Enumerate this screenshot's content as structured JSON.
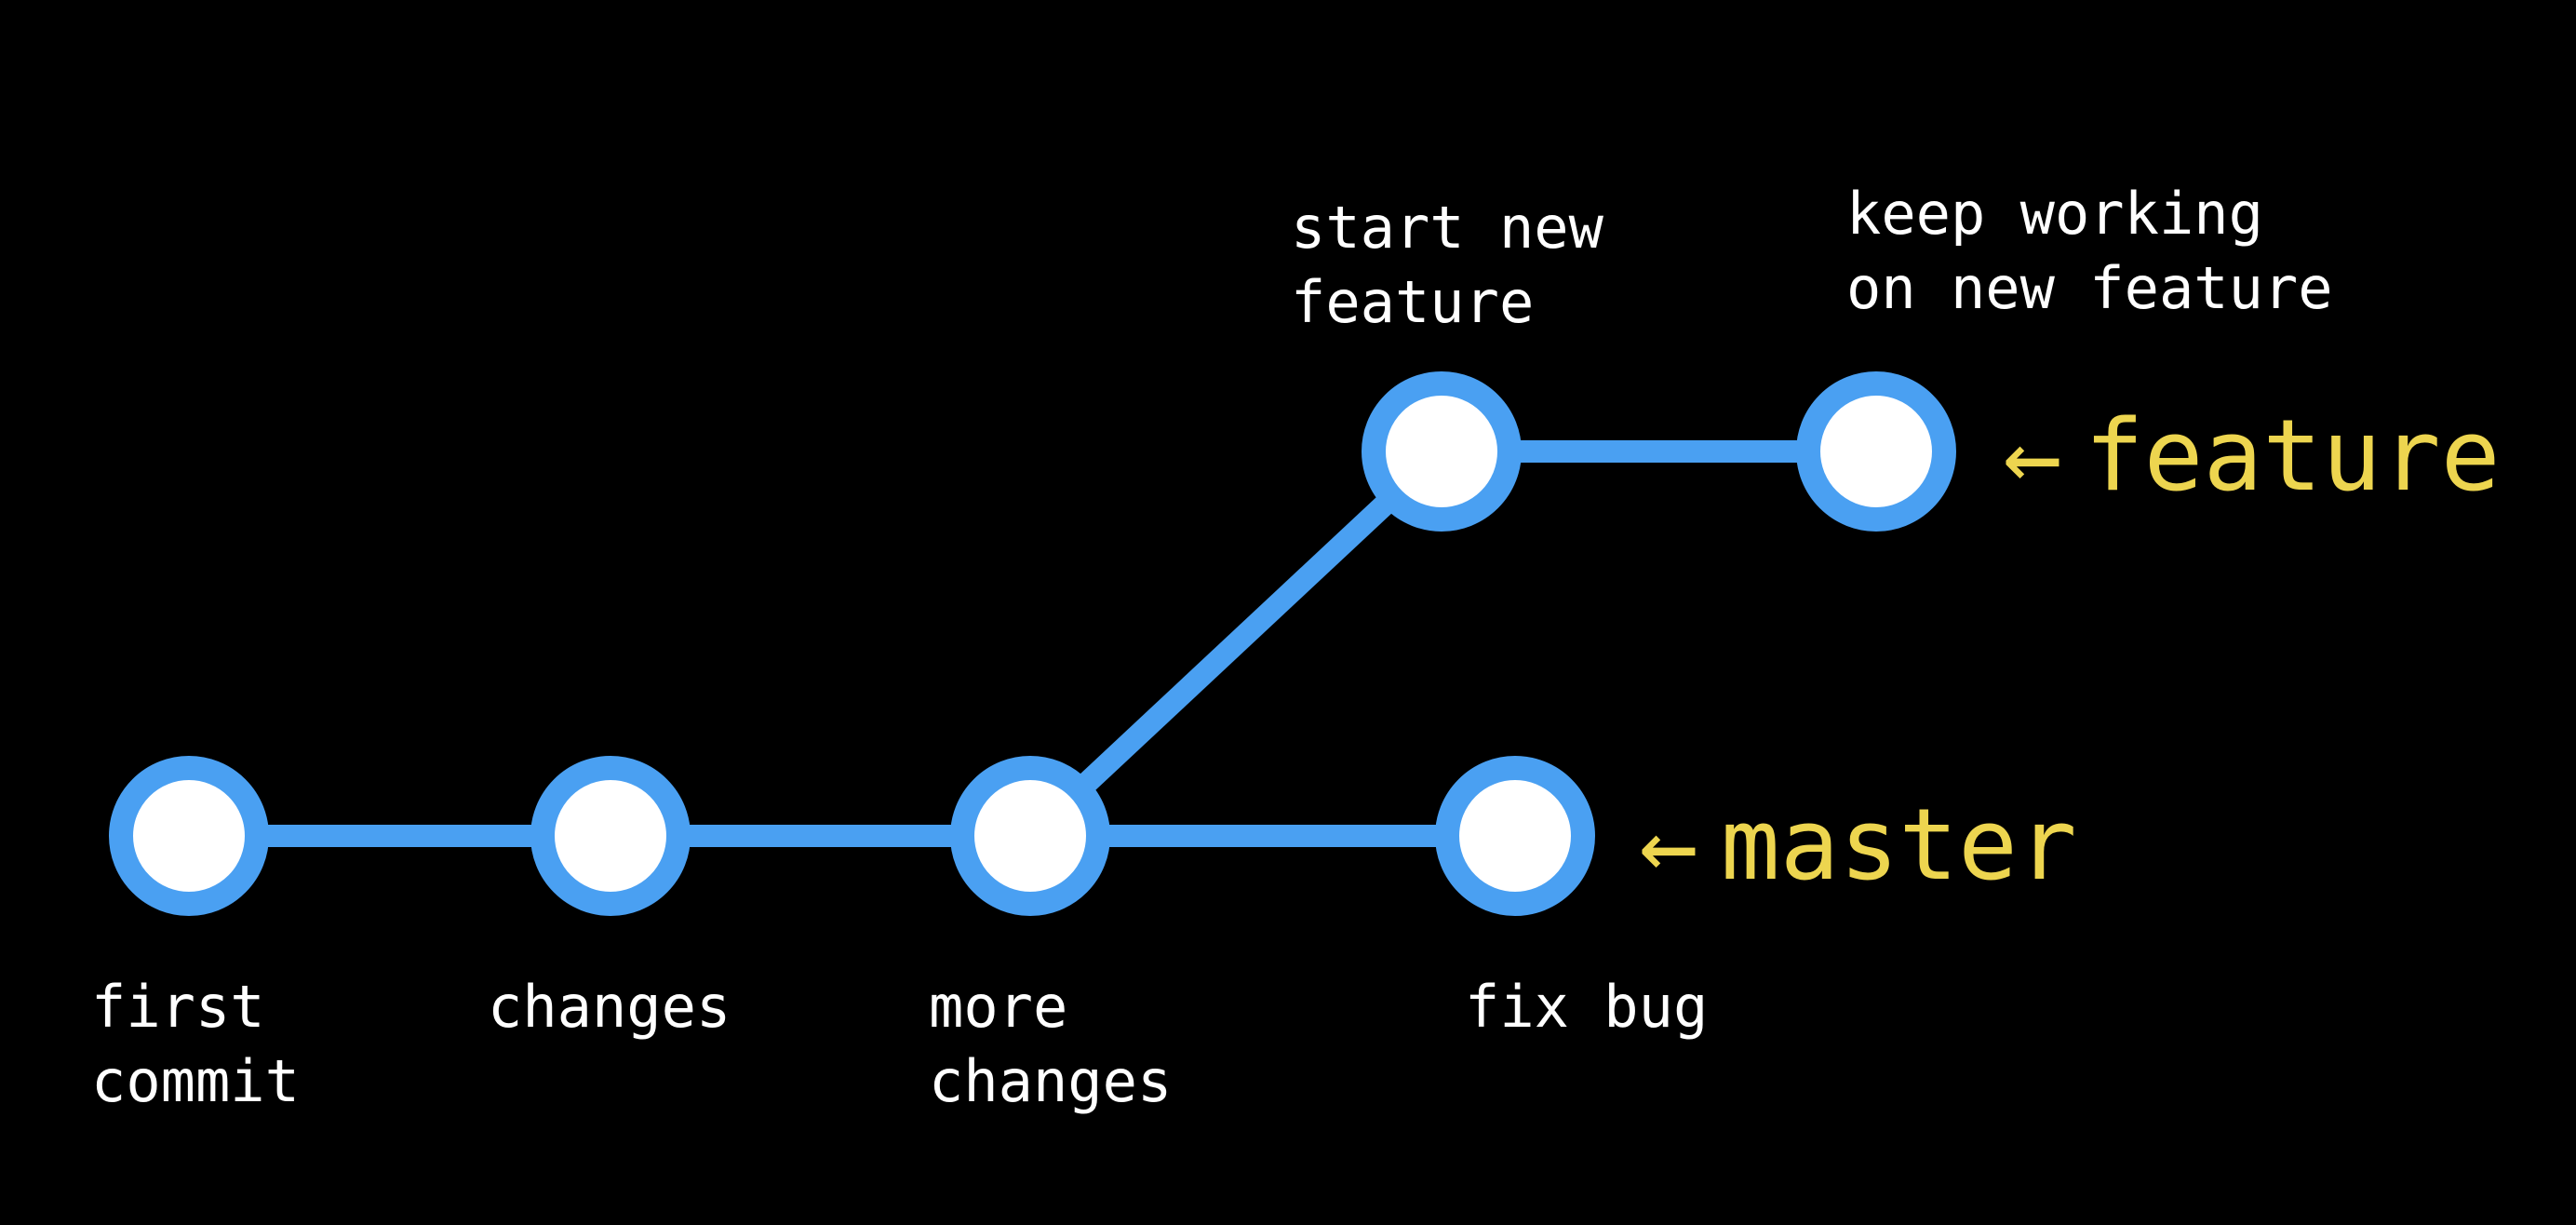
{
  "colors": {
    "background": "#000000",
    "branch_line": "#4AA0F2",
    "node_fill": "#FFFFFF",
    "note_text": "#FFFFFF",
    "branch_label_text": "#EDD54F"
  },
  "commits": [
    {
      "message": "first\ncommit",
      "branch": "master"
    },
    {
      "message": "changes",
      "branch": "master"
    },
    {
      "message": "more\nchanges",
      "branch": "master"
    },
    {
      "message": "fix bug",
      "branch": "master"
    },
    {
      "message": "start new\nfeature",
      "branch": "feature"
    },
    {
      "message": "keep working\non new feature",
      "branch": "feature"
    }
  ],
  "branch_labels": {
    "arrow": "←",
    "master": "master",
    "feature": "feature"
  }
}
